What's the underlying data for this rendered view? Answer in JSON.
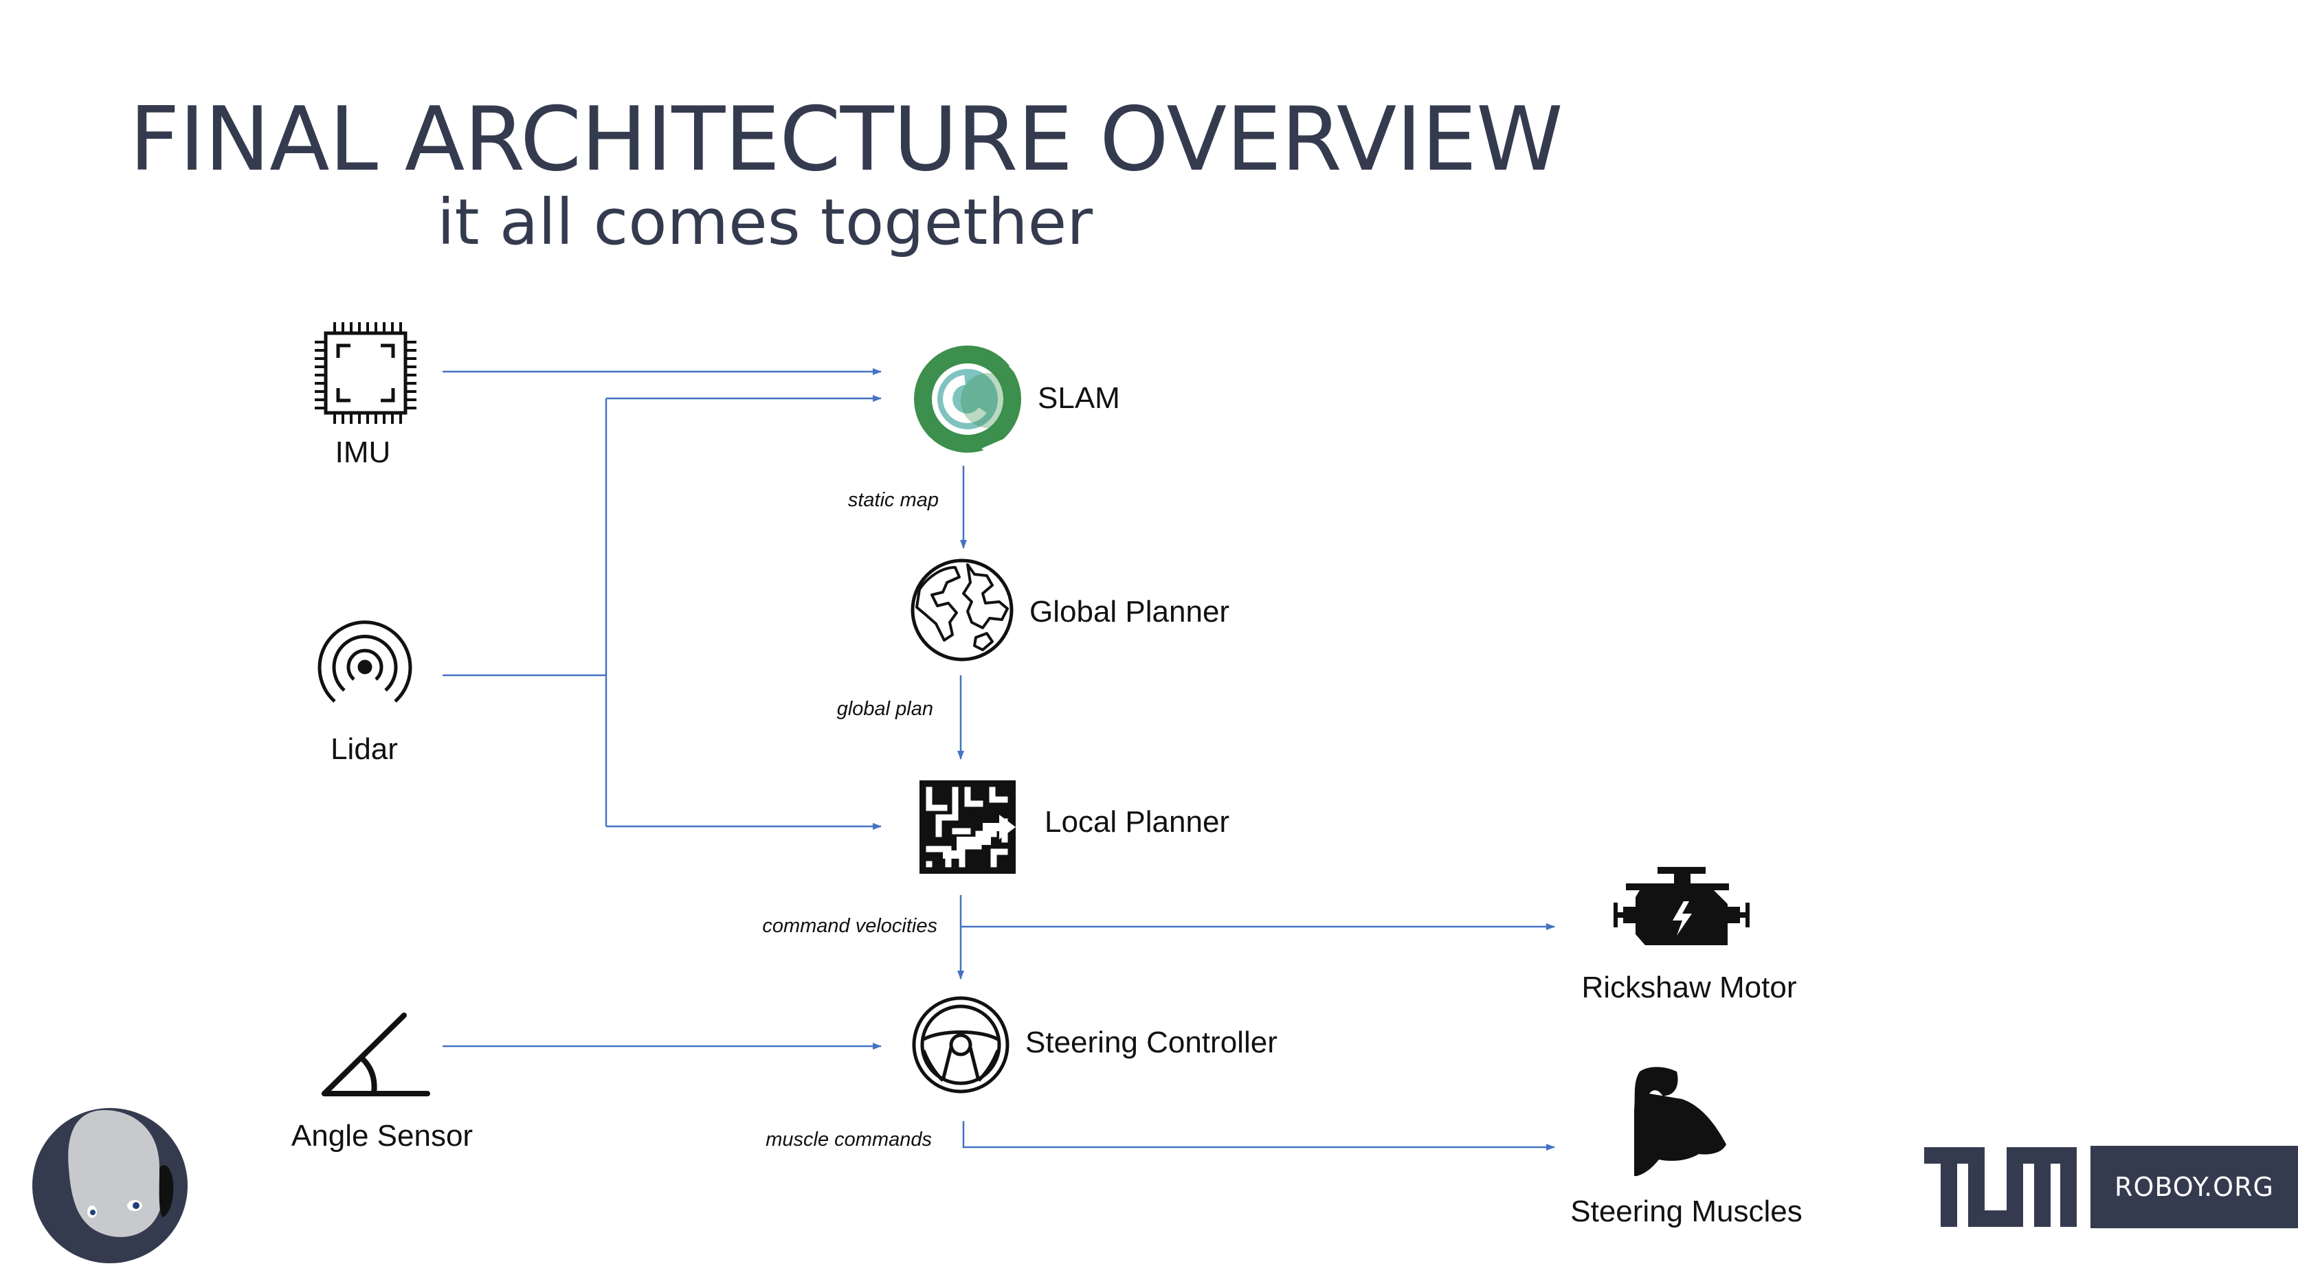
{
  "slide": {
    "title": "FINAL ARCHITECTURE OVERVIEW",
    "subtitle": "it all comes together"
  },
  "nodes": {
    "imu": "IMU",
    "lidar": "Lidar",
    "angle_sensor": "Angle  Sensor",
    "slam": "SLAM",
    "global_planner": "Global  Planner",
    "local_planner": "Local  Planner",
    "steering_controller": "Steering  Controller",
    "rickshaw_motor": "Rickshaw  Motor",
    "steering_muscles": "Steering  Muscles"
  },
  "edges": {
    "static_map": "static  map",
    "global_plan": "global  plan",
    "command_velocities": "command  velocities",
    "muscle_commands": "muscle  commands"
  },
  "footer": {
    "roboy_org": "ROBOY.ORG"
  },
  "colors": {
    "title": "#353b4f",
    "arrow": "#4472c4",
    "slam_green": "#3c8f4c",
    "slam_teal": "#7fc3c0"
  },
  "icons": [
    "chip-icon",
    "lidar-icon",
    "angle-icon",
    "slam-icon",
    "globe-icon",
    "maze-icon",
    "steering-wheel-icon",
    "engine-icon",
    "bicep-icon",
    "roboy-face-logo",
    "tum-logo"
  ]
}
